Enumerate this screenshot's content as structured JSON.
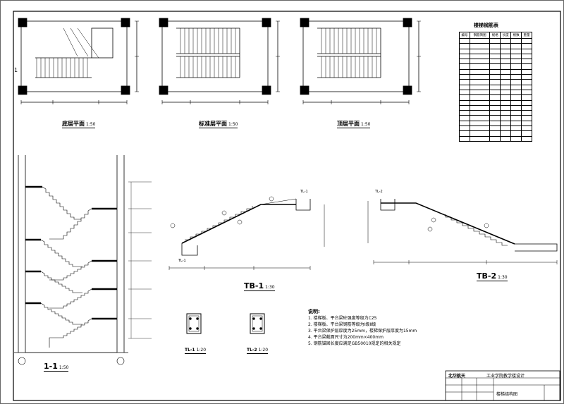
{
  "plans": {
    "ground": {
      "title": "底层平面",
      "scale": "1:50"
    },
    "typical": {
      "title": "标准层平面",
      "scale": "1:50"
    },
    "top": {
      "title": "顶层平面",
      "scale": "1:50"
    },
    "axis_label": "1"
  },
  "schedule": {
    "title": "楼梯钢筋表",
    "headers": [
      "编号",
      "钢筋简图",
      "规格",
      "长度",
      "根数",
      "重量"
    ]
  },
  "section": {
    "title": "1-1",
    "scale": "1:50"
  },
  "tb1": {
    "title": "TB-1",
    "scale": "1:30",
    "tags": [
      "TL-1",
      "TL-1"
    ]
  },
  "tb2": {
    "title": "TB-2",
    "scale": "1:30",
    "tags": [
      "TL-2"
    ]
  },
  "beams": {
    "tl1": {
      "title": "TL-1",
      "scale": "1:20"
    },
    "tl2": {
      "title": "TL-2",
      "scale": "1:20"
    }
  },
  "notes": {
    "heading": "说明:",
    "items": [
      "1. 楼梯板、平台梁砼强度等级为C25",
      "2. 楼梯板、平台梁钢筋等级为Ⅰ级Ⅱ级",
      "3. 平台梁保护层厚度为25mm，楼梯保护层厚度为15mm",
      "4. 平台梁截面尺寸为200mm×400mm",
      "5. 钢筋锚固长度应满足GB50010规定的相关规定"
    ]
  },
  "title_block": {
    "school": "北华航天",
    "project": "工业学院教学楼设计",
    "drawing": "楼梯结构图"
  }
}
